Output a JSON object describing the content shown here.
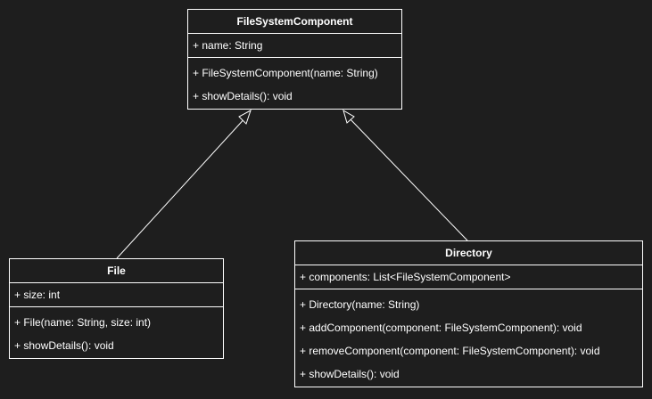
{
  "colors": {
    "background": "#1e1e1e",
    "stroke": "#ffffff",
    "text": "#ffffff"
  },
  "classes": {
    "filesystemcomponent": {
      "name": "FileSystemComponent",
      "attributes": [
        "+ name: String"
      ],
      "operations": [
        "+ FileSystemComponent(name: String)",
        "+ showDetails(): void"
      ]
    },
    "file": {
      "name": "File",
      "attributes": [
        "+ size: int"
      ],
      "operations": [
        "+ File(name: String, size: int)",
        "+ showDetails(): void"
      ]
    },
    "directory": {
      "name": "Directory",
      "attributes": [
        "+ components: List<FileSystemComponent>"
      ],
      "operations": [
        "+ Directory(name: String)",
        "+ addComponent(component: FileSystemComponent): void",
        "+ removeComponent(component: FileSystemComponent): void",
        "+ showDetails(): void"
      ]
    }
  },
  "relations": [
    {
      "type": "generalization",
      "from": "file",
      "to": "filesystemcomponent"
    },
    {
      "type": "generalization",
      "from": "directory",
      "to": "filesystemcomponent"
    }
  ]
}
